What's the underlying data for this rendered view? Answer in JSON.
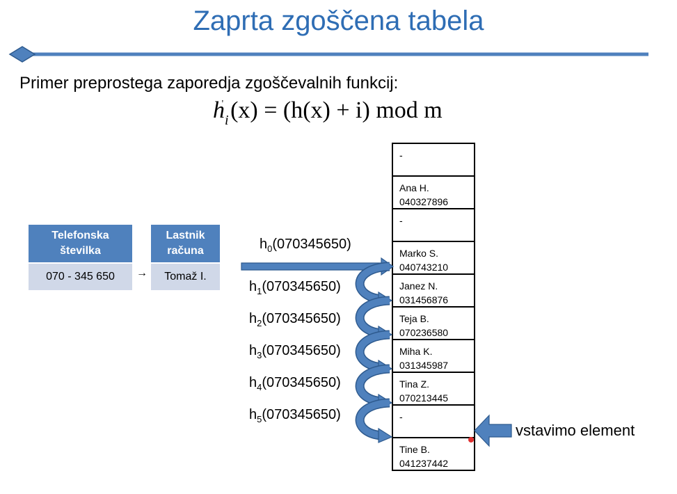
{
  "title": "Zaprta zgoščena tabela",
  "subtitle": "Primer preprostega zaporedja zgoščevalnih funkcij:",
  "formula": {
    "h": "h",
    "sub": "i",
    "prime": "'",
    "rest": "(x) = (h(x) + i) mod m"
  },
  "left_table": {
    "col1_header_line1": "Telefonska",
    "col1_header_line2": "številka",
    "col2_header_line1": "Lastnik",
    "col2_header_line2": "računa",
    "col1_value": "070 - 345 650",
    "col2_value": "Tomaž I.",
    "arrow": "→"
  },
  "hash_calls": [
    {
      "sub": "0",
      "arg": "(070345650)"
    },
    {
      "sub": "1",
      "arg": "(070345650)"
    },
    {
      "sub": "2",
      "arg": "(070345650)"
    },
    {
      "sub": "3",
      "arg": "(070345650)"
    },
    {
      "sub": "4",
      "arg": "(070345650)"
    },
    {
      "sub": "5",
      "arg": "(070345650)"
    }
  ],
  "hash_prefix": "h",
  "hash_table": [
    {
      "name": "-",
      "number": ""
    },
    {
      "name": "Ana H.",
      "number": "040327896"
    },
    {
      "name": "-",
      "number": ""
    },
    {
      "name": "Marko S.",
      "number": "040743210"
    },
    {
      "name": "Janez N.",
      "number": "031456876"
    },
    {
      "name": "Teja B.",
      "number": "070236580"
    },
    {
      "name": "Miha K.",
      "number": "031345987"
    },
    {
      "name": "Tina Z.",
      "number": "070213445"
    },
    {
      "name": "-",
      "number": ""
    },
    {
      "name": "Tine B.",
      "number": "041237442"
    }
  ],
  "insert_label": "vstavimo element",
  "colors": {
    "accent": "#4f81bd",
    "title": "#2e6db4",
    "marker": "#e03030"
  }
}
